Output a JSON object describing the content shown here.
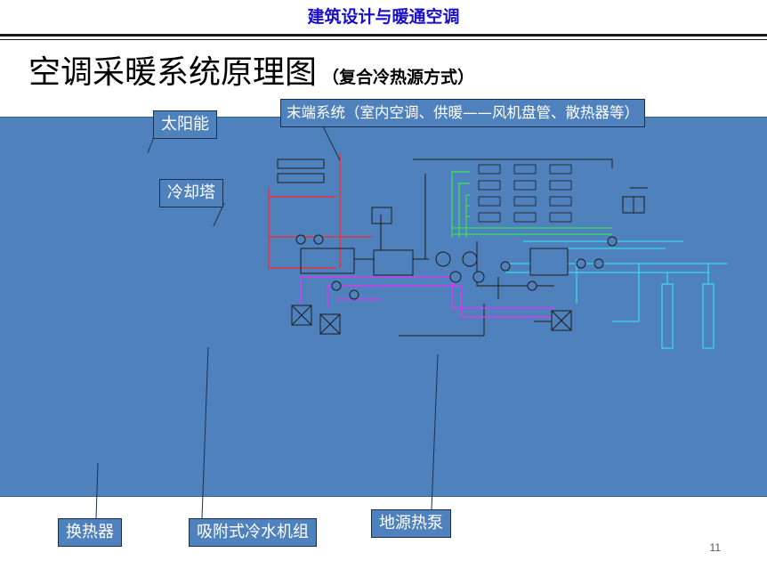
{
  "header": {
    "title": "建筑设计与暖通空调"
  },
  "slide": {
    "title": "空调采暖系统原理图",
    "subtitle": "（复合冷热源方式）",
    "page_number": "11"
  },
  "callouts": {
    "solar": "太阳能",
    "terminal": "末端系统（室内空调、供暖——风机盘管、散热器等）",
    "cooling_tower": "冷却塔",
    "heat_exchanger": "换热器",
    "absorption_chiller": "吸附式冷水机组",
    "ground_source_heat_pump": "地源热泵"
  },
  "colors": {
    "header_text": "#1a10c8",
    "panel_background": "#4f81bd",
    "label_border": "#1b2f4f",
    "pipe_red": "#e8323c",
    "pipe_green": "#38e05a",
    "pipe_cyan": "#3ad8ef",
    "pipe_magenta": "#d23cf0",
    "pipe_dark": "#1c1c1c"
  }
}
